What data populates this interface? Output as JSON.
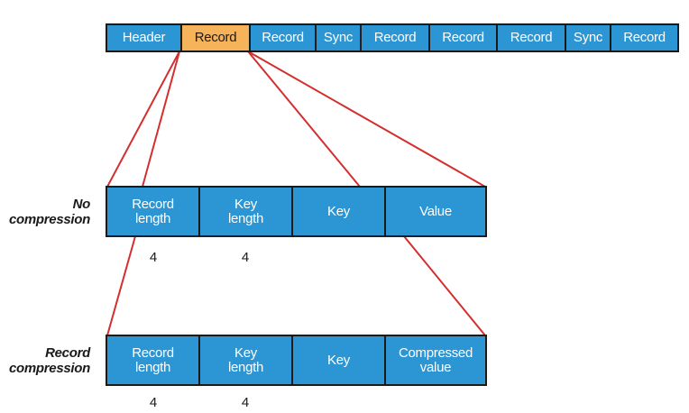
{
  "file_layout": {
    "segments": [
      {
        "label": "Header",
        "highlighted": false
      },
      {
        "label": "Record",
        "highlighted": true
      },
      {
        "label": "Record",
        "highlighted": false
      },
      {
        "label": "Sync",
        "highlighted": false
      },
      {
        "label": "Record",
        "highlighted": false
      },
      {
        "label": "Record",
        "highlighted": false
      },
      {
        "label": "Record",
        "highlighted": false
      },
      {
        "label": "Sync",
        "highlighted": false
      },
      {
        "label": "Record",
        "highlighted": false
      }
    ]
  },
  "no_compression": {
    "label": "No\ncompression",
    "cells": [
      "Record\nlength",
      "Key\nlength",
      "Key",
      "Value"
    ],
    "sizes": [
      "4",
      "4"
    ]
  },
  "record_compression": {
    "label": "Record\ncompression",
    "cells": [
      "Record\nlength",
      "Key\nlength",
      "Key",
      "Compressed\nvalue"
    ],
    "sizes": [
      "4",
      "4"
    ]
  },
  "colors": {
    "cell_fill": "#2c95d4",
    "highlight_fill": "#f7b35a",
    "connector": "#d32f2f",
    "border": "#1a1a1a"
  }
}
